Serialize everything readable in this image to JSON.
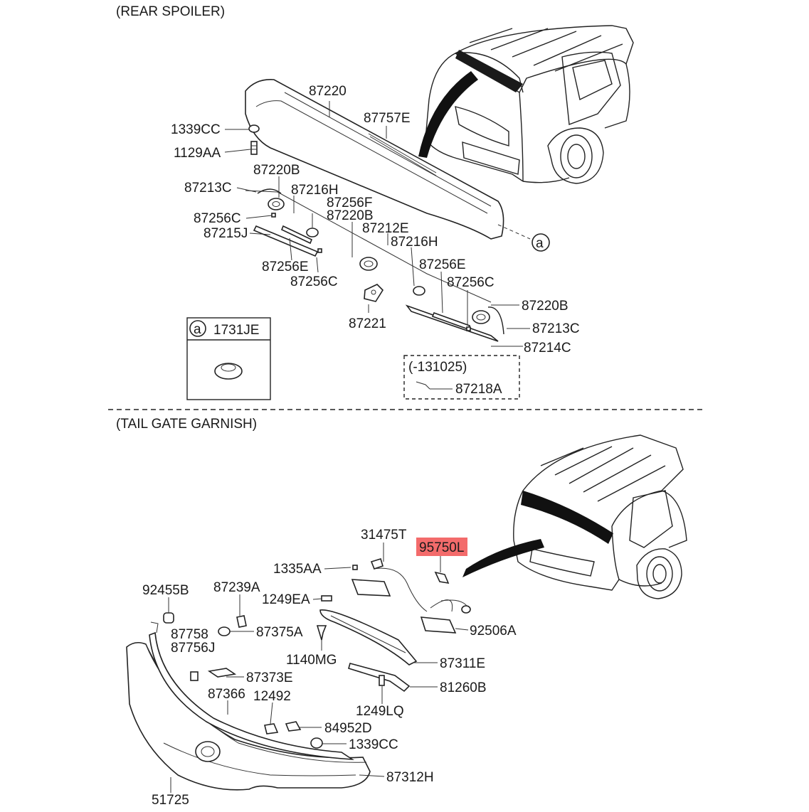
{
  "sections": {
    "rear_spoiler": "(REAR SPOILER)",
    "tail_gate_garnish": "(TAIL GATE GARNISH)"
  },
  "rear_spoiler_parts": {
    "p87220": "87220",
    "p87757E": "87757E",
    "p1339CC": "1339CC",
    "p1129AA": "1129AA",
    "p87220B_a": "87220B",
    "p87213C_a": "87213C",
    "p87216H_a": "87216H",
    "p87256F": "87256F",
    "p87220B_b": "87220B",
    "p87256C_a": "87256C",
    "p87215J": "87215J",
    "p87212E": "87212E",
    "p87216H_b": "87216H",
    "p87256E_a": "87256E",
    "p87256C_b": "87256C",
    "p87256E_b": "87256E",
    "p87256C_c": "87256C",
    "p87220B_c": "87220B",
    "p87221": "87221",
    "p87213C_b": "87213C",
    "p87214C": "87214C",
    "callout_a": "a"
  },
  "detail_box": {
    "letter": "a",
    "part": "1731JE"
  },
  "dashed_box": {
    "range": "(-131025)",
    "part": "87218A"
  },
  "tailgate_parts": {
    "p31475T": "31475T",
    "p95750L": "95750L",
    "p1335AA": "1335AA",
    "p92455B": "92455B",
    "p87239A": "87239A",
    "p1249EA": "1249EA",
    "p87758": "87758",
    "p87756J": "87756J",
    "p87375A": "87375A",
    "p92506A": "92506A",
    "p1140MG": "1140MG",
    "p87311E": "87311E",
    "p87373E": "87373E",
    "p81260B": "81260B",
    "p87366": "87366",
    "p12492": "12492",
    "p1249LQ": "1249LQ",
    "p84952D": "84952D",
    "p1339CC": "1339CC",
    "p87312H": "87312H",
    "p51725": "51725"
  },
  "highlight": {
    "part": "95750L",
    "color": "#f36b6b"
  }
}
